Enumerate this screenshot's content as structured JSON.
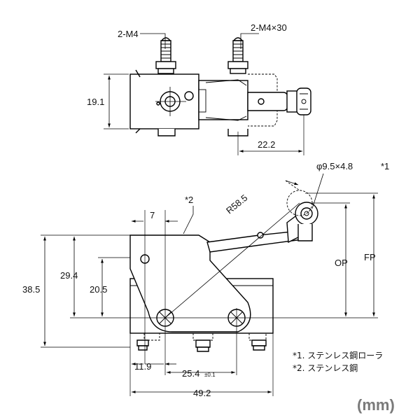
{
  "top_view": {
    "label_m4": "2-M4",
    "label_m4x30": "2-M4×30",
    "dim_height": "19.1",
    "dim_roller": "22.2"
  },
  "front_view": {
    "roller_spec": "φ9.5×4.8",
    "roller_note_mark": "*1",
    "lever_note_mark": "*2",
    "radius": "R58.5",
    "dim_7": "7",
    "dim_38_5": "38.5",
    "dim_29_4": "29.4",
    "dim_20_5": "20.5",
    "dim_op": "OP",
    "dim_fp": "FP",
    "dim_11_9": "11.9",
    "dim_25_4": "25.4",
    "dim_25_4_tol": "±0.1",
    "dim_49_2": "49.2"
  },
  "notes": {
    "note1": "*1. ステンレス鋼ローラ",
    "note2": "*2. ステンレス鋼"
  },
  "unit_label": "(mm)"
}
